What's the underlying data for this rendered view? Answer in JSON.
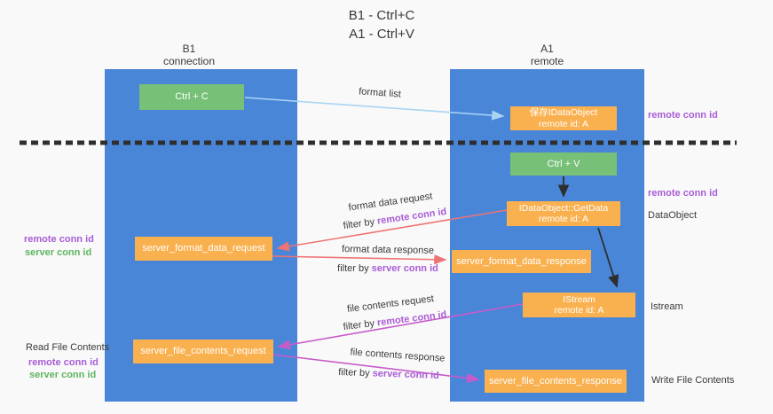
{
  "title": {
    "line1": "B1 - Ctrl+C",
    "line2": "A1 - Ctrl+V"
  },
  "columns": {
    "left": {
      "name": "B1",
      "subtitle": "connection"
    },
    "right": {
      "name": "A1",
      "subtitle": "remote"
    }
  },
  "nodes": {
    "ctrl_c": "Ctrl + C",
    "save_dataobject_line1": "保存IDataObject",
    "save_dataobject_line2": "remote id: A",
    "ctrl_v": "Ctrl + V",
    "getdata_line1": "IDataObject::GetData",
    "getdata_line2": "remote id: A",
    "format_request": "server_format_data_request",
    "format_response": "server_format_data_response",
    "istream_line1": "IStream",
    "istream_line2": "remote id: A",
    "file_request": "server_file_contents_request",
    "file_response": "server_file_contents_response"
  },
  "arrow_labels": {
    "format_list": "format list",
    "format_data_request": "format data request",
    "format_data_response": "format data response",
    "file_contents_request": "file contents request",
    "file_contents_response": "file contents response",
    "filter_by": "filter by ",
    "remote_conn_id": "remote conn id",
    "server_conn_id": "server conn id"
  },
  "side_labels": {
    "left_top_remote": "remote conn id",
    "left_top_server": "server conn id",
    "read_file_contents": "Read File Contents",
    "left_bottom_remote": "remote conn id",
    "left_bottom_server": "server conn id",
    "right_remote_1": "remote conn id",
    "right_remote_2": "remote conn id",
    "dataobject": "DataObject",
    "istream": "Istream",
    "write_file_contents": "Write File Contents"
  },
  "colors": {
    "column_blue": "#4a86d8",
    "node_green": "#76c077",
    "node_orange": "#f9b04e",
    "arrow_light_blue": "#a9d4f3",
    "arrow_salmon": "#ee7474",
    "arrow_magenta": "#c75bc9",
    "arrow_black": "#2e2e2e",
    "divider_black": "#2e2e2e",
    "text_purple": "#a95cd6",
    "text_green": "#5cb55f"
  }
}
